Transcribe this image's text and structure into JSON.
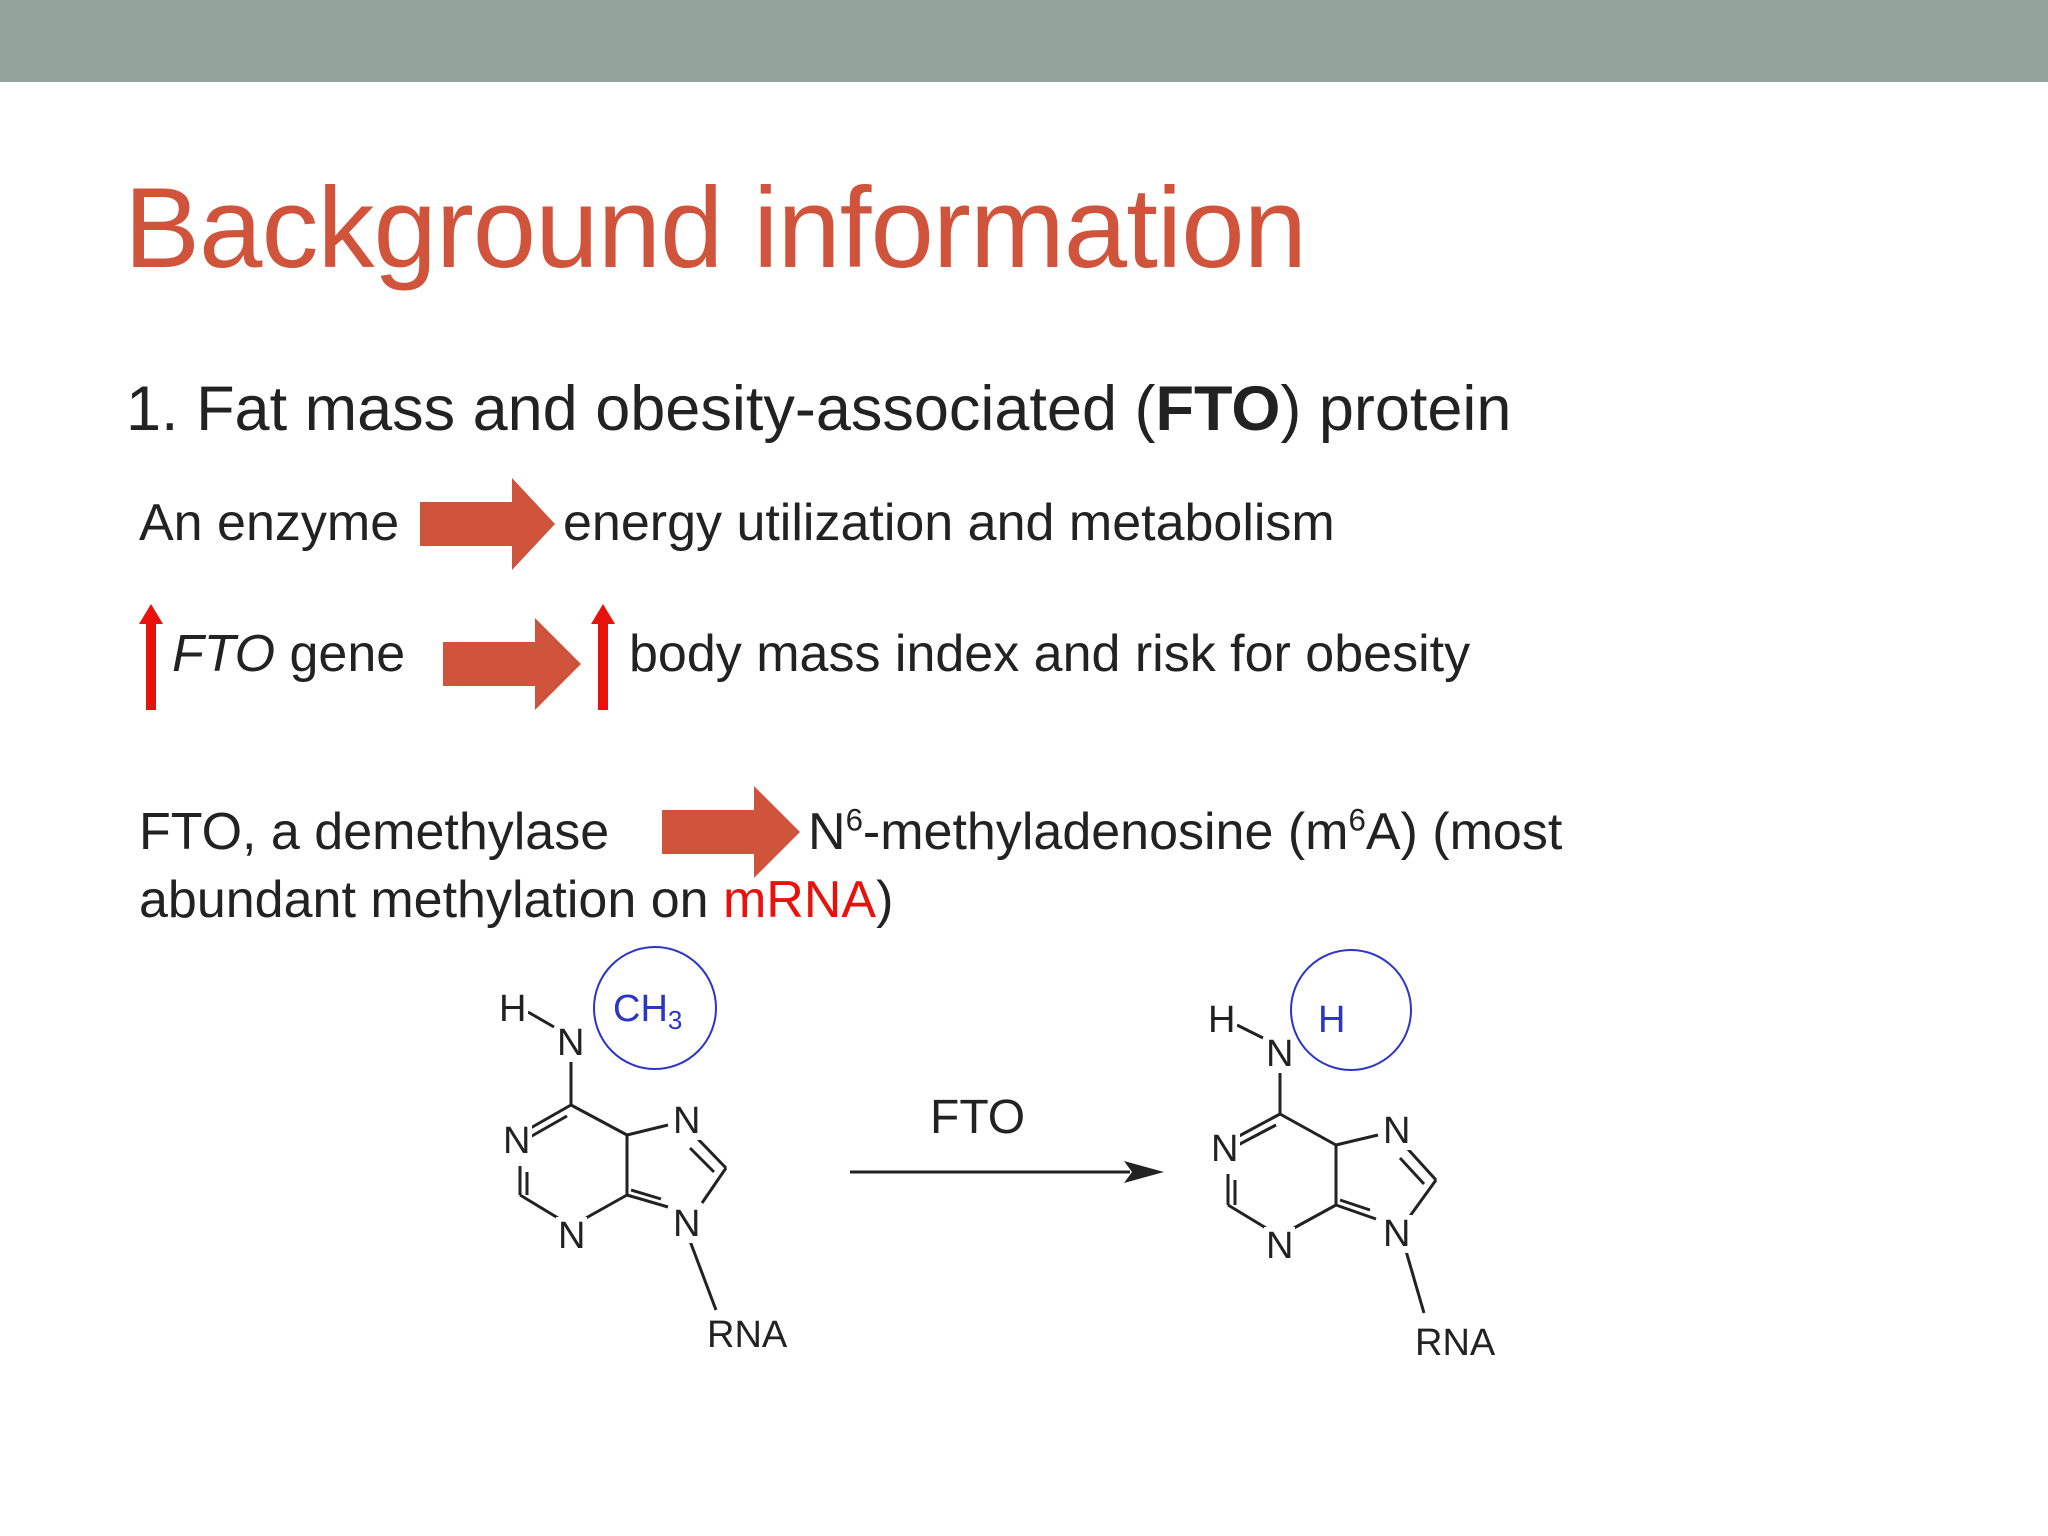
{
  "title": "Background information",
  "section": {
    "number": "1.",
    "text_pre": "Fat mass and obesity-associated (",
    "text_bold": "FTO",
    "text_post": ") protein"
  },
  "line1": {
    "left": "An enzyme",
    "right": "energy utilization and metabolism"
  },
  "line2": {
    "gene_italic": "FTO",
    "gene_rest": " gene",
    "right": "body mass index and risk for obesity"
  },
  "line3": {
    "left": "FTO, a demethylase",
    "n": "N",
    "sup1": "6",
    "mid": "-methyladenosine (m",
    "sup2": "6",
    "end": "A) (most",
    "line_b_pre": "abundant methylation on ",
    "line_b_red": "mRNA",
    "line_b_post": ")"
  },
  "reaction": {
    "enzyme": "FTO",
    "left": {
      "h": "H",
      "n_amine": "N",
      "group": "CH",
      "group_sub": "3",
      "n1": "N",
      "n3": "N",
      "n7": "N",
      "n9": "N",
      "rna": "RNA"
    },
    "right": {
      "h": "H",
      "n_amine": "N",
      "group": "H",
      "n1": "N",
      "n3": "N",
      "n7": "N",
      "n9": "N",
      "rna": "RNA"
    }
  },
  "colors": {
    "top_bar": "#93a59b",
    "title": "#d0533c",
    "block_arrow": "#d0533c",
    "up_arrow": "#e8120c",
    "highlight_text": "#e8120c",
    "circle": "#2b35c6"
  },
  "icons": [
    "block-arrow-icon",
    "up-arrow-icon",
    "reaction-arrow-icon"
  ]
}
